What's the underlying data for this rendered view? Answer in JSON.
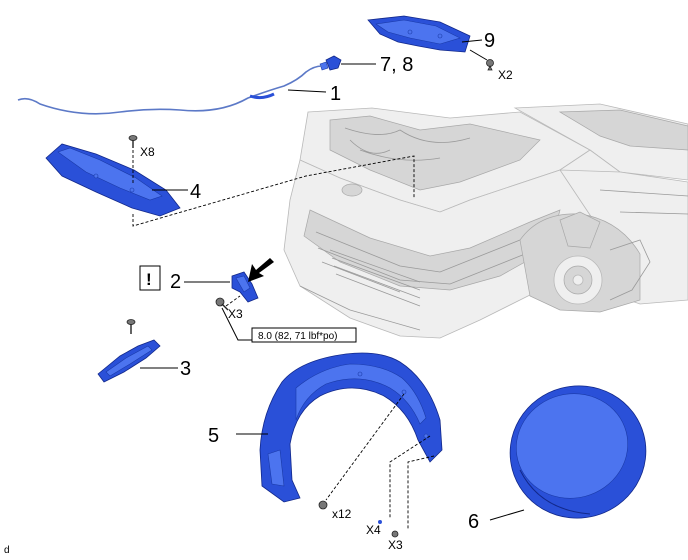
{
  "callouts": {
    "part_1": "1",
    "part_2": "2",
    "part_3": "3",
    "part_4": "4",
    "part_5": "5",
    "part_6": "6",
    "part_7_8": "7, 8",
    "part_9": "9"
  },
  "quantities": {
    "part_9_clip": "X2",
    "part_4_clip": "X8",
    "part_2_bolt": "X3",
    "part_5_screw": "x12",
    "part_5_clip_a": "X4",
    "part_5_clip_b": "X3"
  },
  "torque_spec": "8.0 (82, 71 lbf*po)",
  "caution_symbol": "!",
  "corner_label": "d",
  "icons": {
    "caution": "exclamation-box-icon",
    "direction": "black-arrow-icon"
  },
  "colors": {
    "part_fill": "#2a50d8",
    "vehicle_fill": "#efefef",
    "line": "#000000"
  }
}
